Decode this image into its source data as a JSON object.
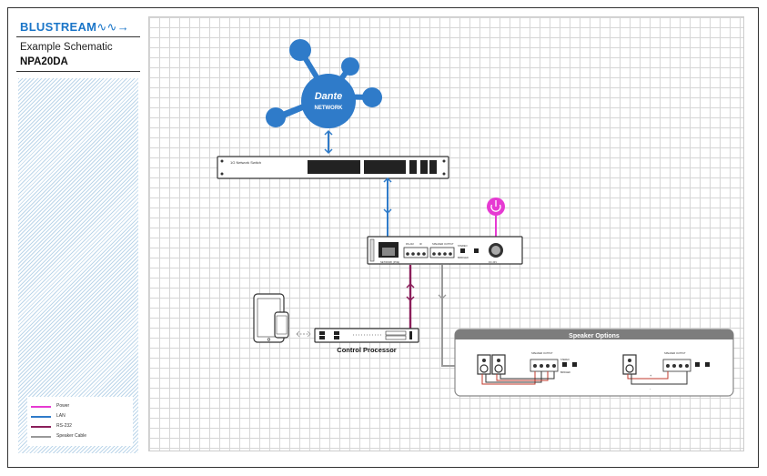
{
  "sidebar": {
    "brand_name": "BLUSTREAM",
    "brand_wave": "∿∿→",
    "schematic_title": "Example Schematic",
    "model": "NPA20DA"
  },
  "legend": [
    {
      "label": "Power",
      "color": "#e63ad2"
    },
    {
      "label": "LAN",
      "color": "#2f7bc9"
    },
    {
      "label": "RS-232",
      "color": "#8b1e5a"
    },
    {
      "label": "Speaker Cable",
      "color": "#999999"
    }
  ],
  "diagram": {
    "dante_logo": "Dante",
    "dante_sub": "NETWORK",
    "switch_label": "1G Network Switch",
    "control_processor": "Control Processor",
    "speaker_options_title": "Speaker Options",
    "amp_small_labels": {
      "network": "NETWORK (POE)",
      "rs232": "RS-232",
      "ir": "IR",
      "speaker_output": "SPEAKER OUTPUT",
      "bridged": "BRIDGED",
      "stereo": "STEREO",
      "power": "DC 24V"
    },
    "speaker_panel": {
      "output_label_1": "SPEAKER OUTPUT",
      "output_label_2": "SPEAKER OUTPUT",
      "stereo": "STEREO",
      "bridged": "BRIDGED",
      "plus": "+",
      "minus": "-"
    }
  },
  "colors": {
    "power": "#e63ad2",
    "lan": "#2f7bc9",
    "rs232": "#8b1e5a",
    "speaker": "#999999",
    "dante_blue": "#2f7bc9"
  }
}
